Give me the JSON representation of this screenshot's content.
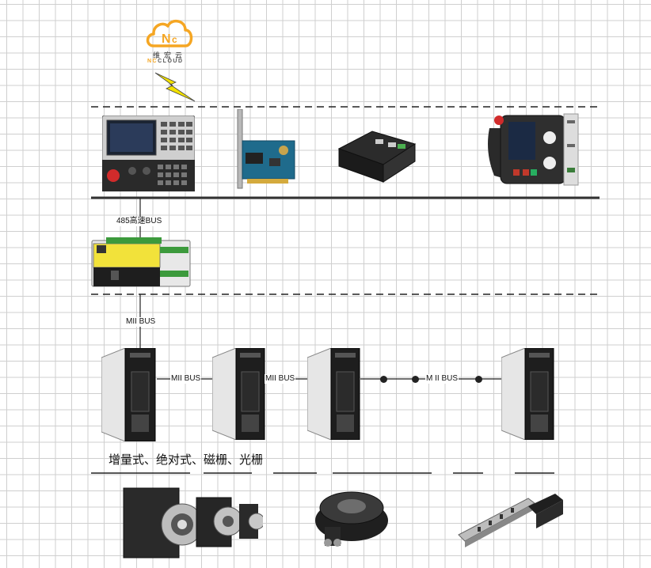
{
  "logo": {
    "name_cn": "维宏云",
    "name_en_a": "NC",
    "name_en_b": "CLOUD",
    "mark": "Nc",
    "color": "#f5a623"
  },
  "labels": {
    "bus_485": "485高速BUS",
    "mii_bus_top": "MII BUS",
    "mii_bus_1": "MII BUS",
    "mii_bus_2": "MII BUS",
    "mii_bus_3": "M II BUS",
    "encoder_types": "增量式、绝对式、磁栅、光栅"
  },
  "devices": {
    "cnc_controller": "cnc-controller",
    "pcie_card": "pcie-motion-card",
    "ethernet_box": "ethernet-control-box",
    "handwheel": "handheld-pendant",
    "io_module": "io-module",
    "servo_drives": [
      "servo-drive-1",
      "servo-drive-2",
      "servo-drive-3",
      "servo-drive-4"
    ],
    "servo_motors": "servo-motors",
    "rotary_table": "rotary-table",
    "linear_scale": "linear-scale"
  }
}
